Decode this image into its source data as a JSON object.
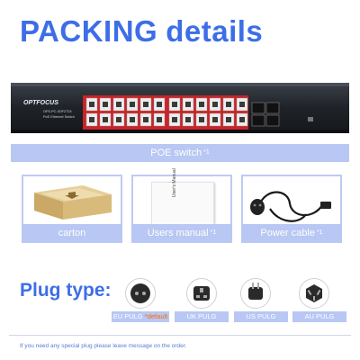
{
  "page": {
    "title_part1": "PACKING",
    "title_part2": "details"
  },
  "switch": {
    "brand": "OPTFOCUS",
    "model": "OFS-PC-G0F2T24",
    "subtitle": "PoE Ethernet Switch",
    "caption": "POE switch",
    "qty": "*1"
  },
  "items": [
    {
      "label": "carton",
      "qty": "",
      "icon": "carton-box-icon"
    },
    {
      "label": "Users manual",
      "qty": "*1",
      "icon": "manual-icon",
      "manual_text": "User's Manual"
    },
    {
      "label": "Power cable",
      "qty": "*1",
      "icon": "power-cable-icon"
    }
  ],
  "plugs": {
    "title": "Plug type:",
    "items": [
      {
        "label": "EU PULG",
        "note": "*default",
        "icon": "eu-plug-icon"
      },
      {
        "label": "UK PULG",
        "note": "",
        "icon": "uk-plug-icon"
      },
      {
        "label": "US PULG",
        "note": "",
        "icon": "us-plug-icon"
      },
      {
        "label": "AU PULG",
        "note": "",
        "icon": "au-plug-icon"
      }
    ]
  },
  "footer": "If you need any special plug please leave message on the order.",
  "colors": {
    "accent": "#3d6ee8",
    "caption_bg": "#b8c7f3",
    "default_note": "#ff6a00"
  }
}
